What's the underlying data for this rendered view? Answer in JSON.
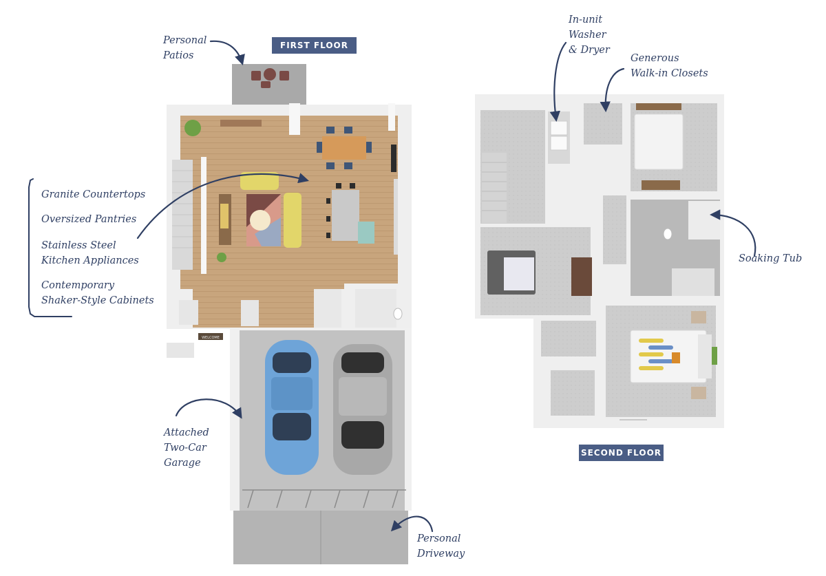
{
  "floors": {
    "first": {
      "label": "FIRST FLOOR"
    },
    "second": {
      "label": "SECOND FLOOR"
    }
  },
  "annotations": {
    "patios": [
      "Personal",
      "Patios"
    ],
    "laundry": [
      "In-unit",
      "Washer",
      "& Dryer"
    ],
    "closets": [
      "Generous",
      "Walk-in Closets"
    ],
    "soaking_tub": [
      "Soaking Tub"
    ],
    "garage": [
      "Attached",
      "Two-Car",
      "Garage"
    ],
    "driveway": [
      "Personal",
      "Driveway"
    ]
  },
  "features": [
    [
      "Granite Countertops"
    ],
    [
      "Oversized Pantries"
    ],
    [
      "Stainless Steel",
      "Kitchen Appliances"
    ],
    [
      "Contemporary",
      "Shaker-Style Cabinets"
    ]
  ],
  "doormat_text": "WELCOME",
  "colors": {
    "accent_navy": "#4a5d85",
    "note_ink": "#2f3f63",
    "wall": "#f2f2f2",
    "wood_floor": "#c7a47c",
    "carpet": "#cfcfcf",
    "tile": "#b8b8b8",
    "concrete": "#bdbdbd",
    "car_blue": "#6ea4d8",
    "car_silver": "#a6a6a6"
  }
}
